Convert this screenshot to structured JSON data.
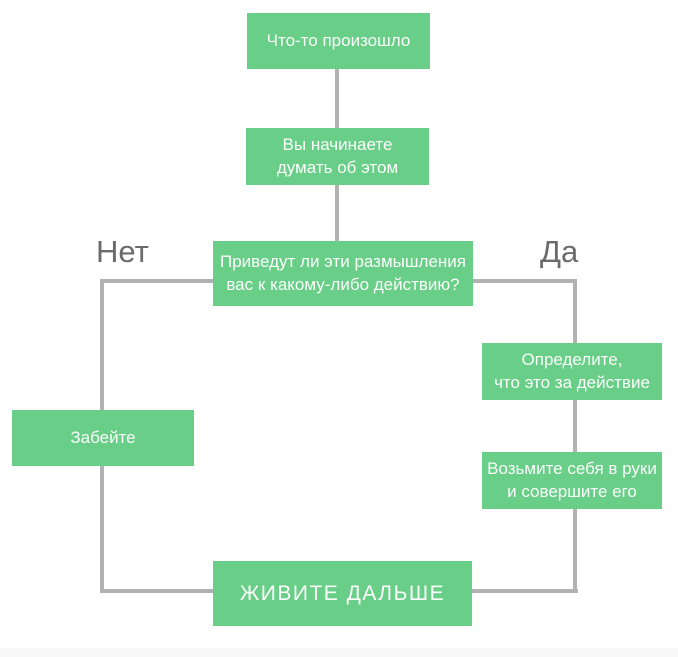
{
  "diagram": {
    "type": "flowchart",
    "nodes": {
      "start": {
        "label": "Что-то произошло"
      },
      "think": {
        "line1": "Вы начинаете",
        "line2": "думать об этом"
      },
      "decision": {
        "line1": "Приведут ли эти размышления",
        "line2": "вас к какому-либо действию?"
      },
      "forget": {
        "label": "Забейте"
      },
      "define": {
        "line1": "Определите,",
        "line2": "что это за действие"
      },
      "act": {
        "line1": "Возьмите себя в руки",
        "line2": "и совершите его"
      },
      "end": {
        "label": "ЖИВИТЕ ДАЛЬШЕ"
      }
    },
    "branch_labels": {
      "no": "Нет",
      "yes": "Да"
    },
    "colors": {
      "node_fill": "#69ce87",
      "node_text": "#ffffff",
      "connector": "#b2b2b2",
      "branch_label": "#6b6b6b",
      "background": "#ffffff"
    }
  }
}
